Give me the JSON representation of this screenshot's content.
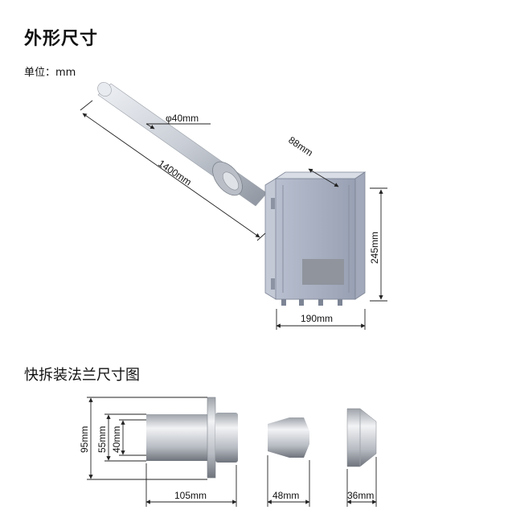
{
  "title": "外形尺寸",
  "unit_label": "单位：mm",
  "subtitle": "快拆装法兰尺寸图",
  "dims": {
    "diameter": "φ40mm",
    "length": "1400mm",
    "depth": "88mm",
    "height": "245mm",
    "width": "190mm",
    "flange_95": "95mm",
    "flange_55": "55mm",
    "flange_40": "40mm",
    "flange_105": "105mm",
    "part_48": "48mm",
    "part_36": "36mm"
  },
  "colors": {
    "probe_light": "#dfe3ea",
    "probe_dark": "#8d949f",
    "box_front": "#a9b0c2",
    "box_side": "#c8cdd9",
    "box_label": "#8a8f99",
    "dim_line": "#222222"
  }
}
